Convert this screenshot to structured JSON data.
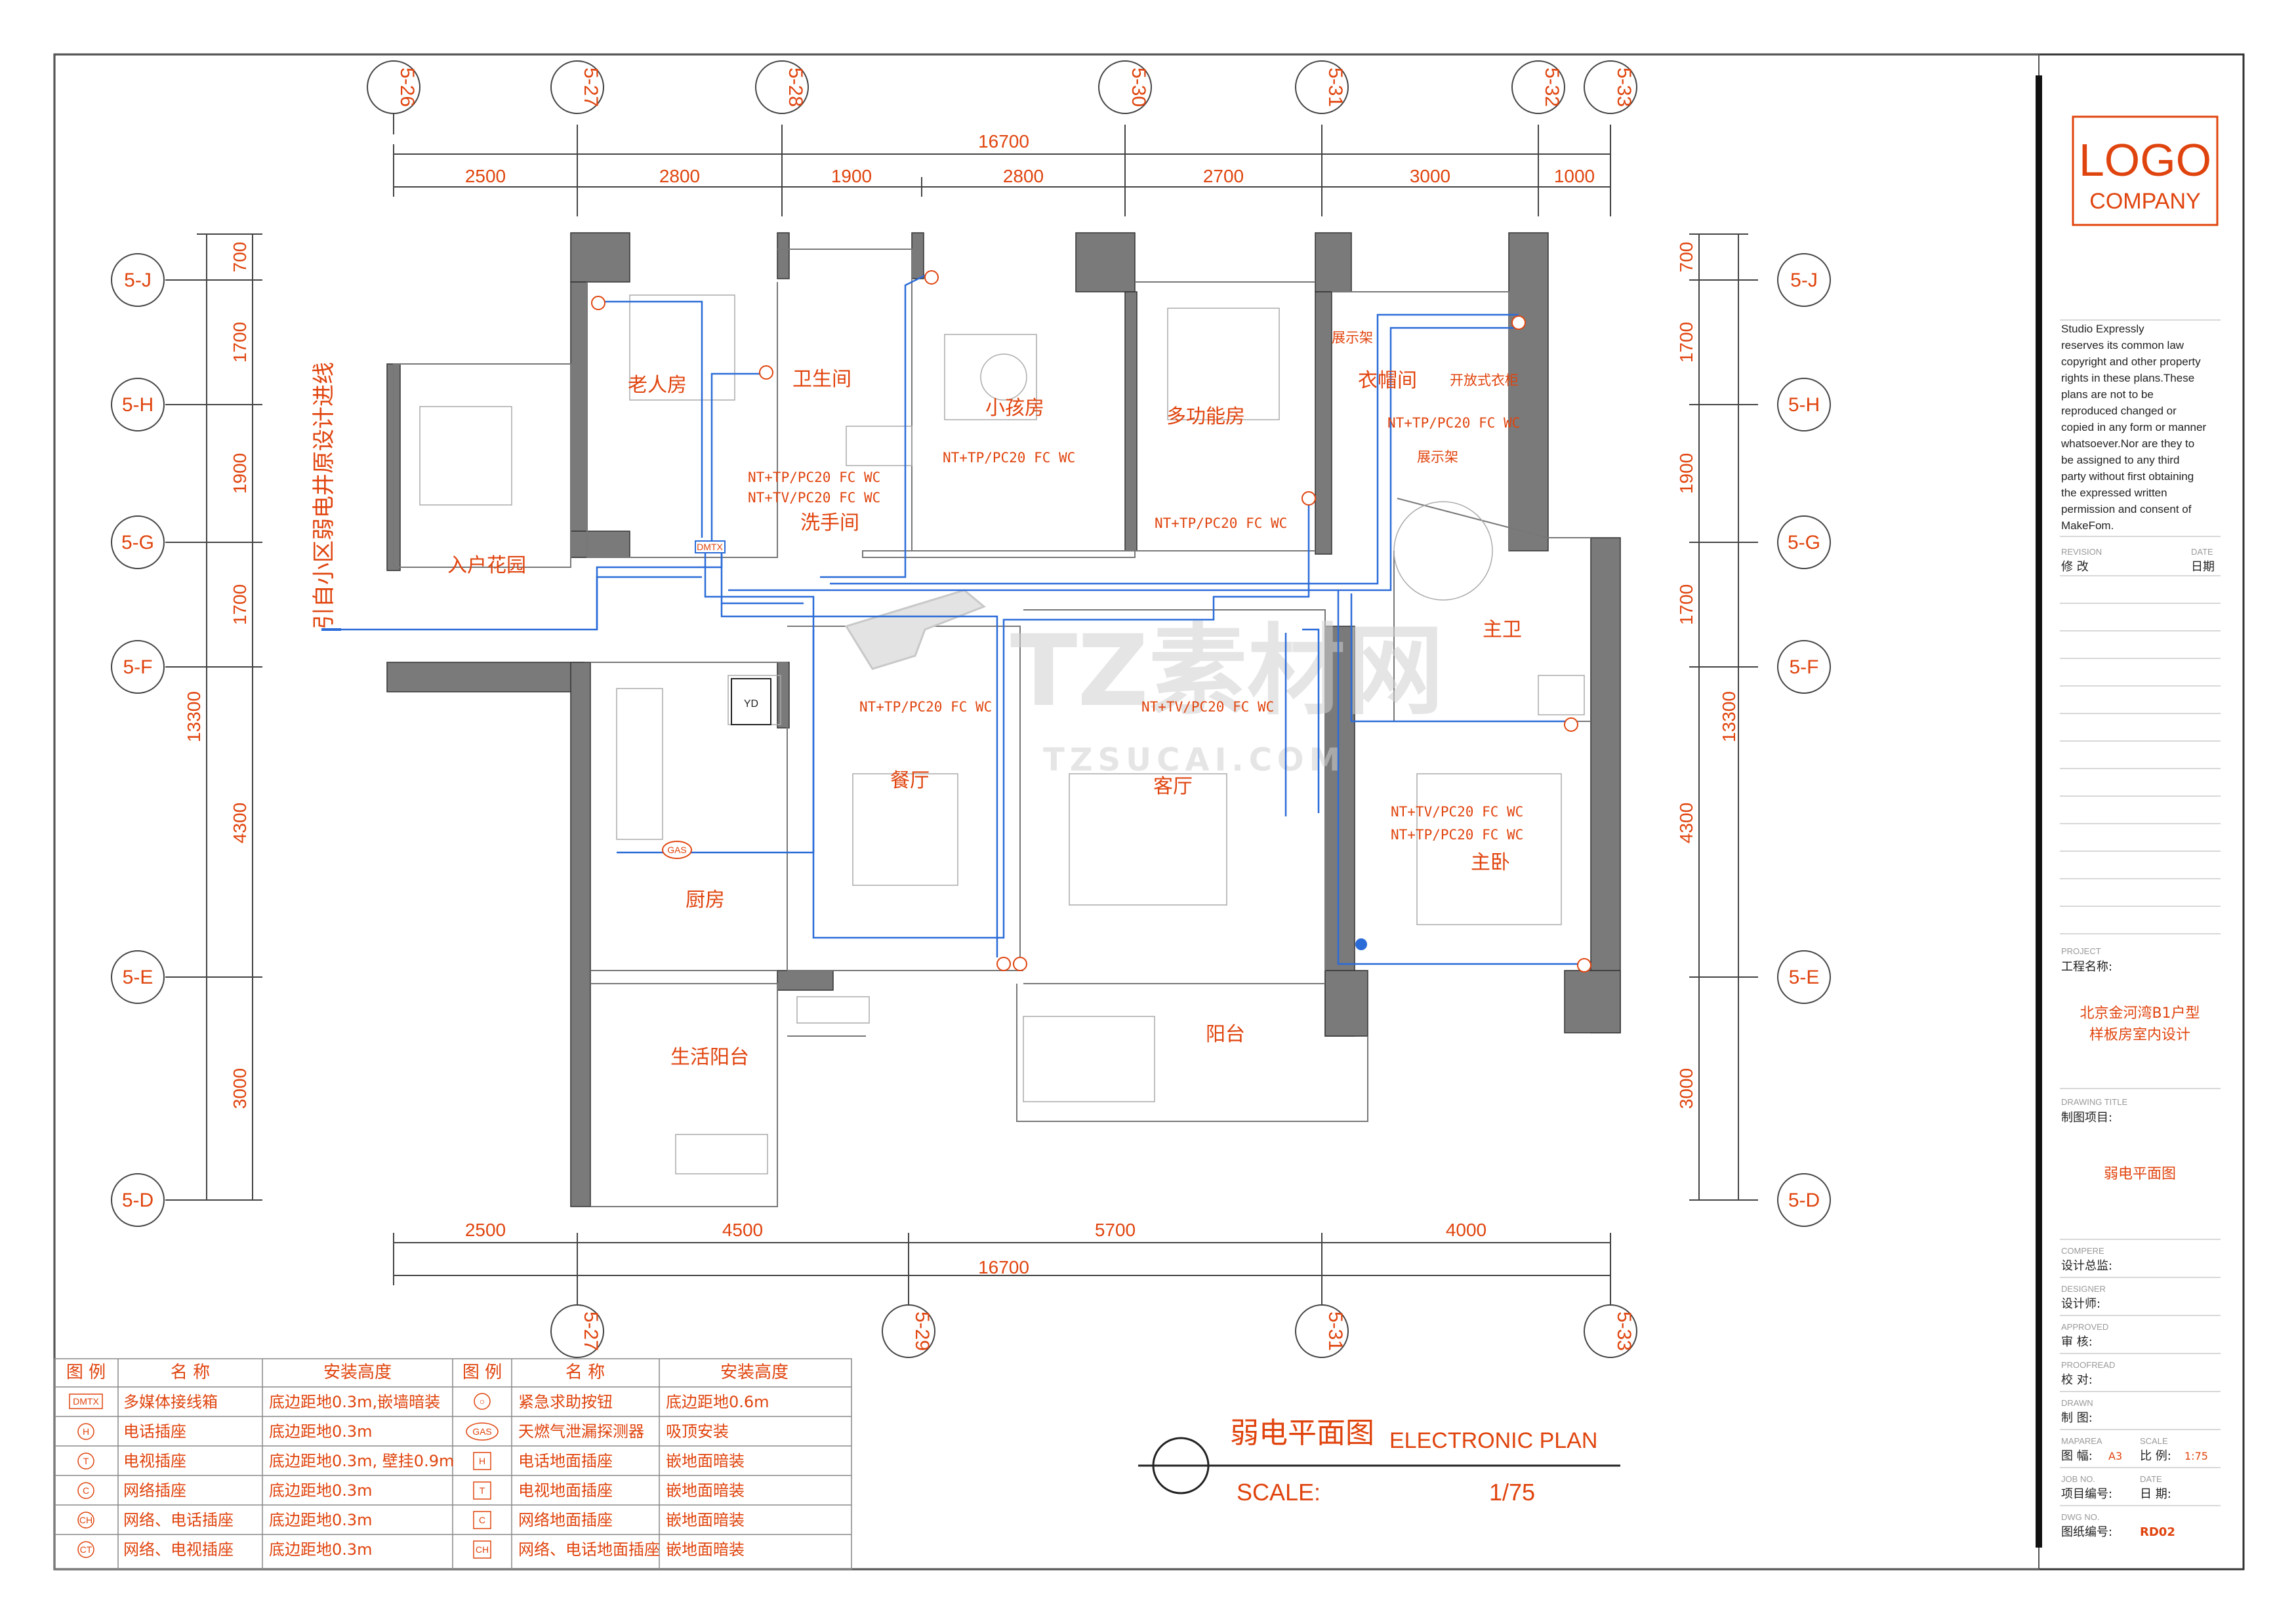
{
  "drawing": {
    "dims_top": [
      "2500",
      "2800",
      "1900",
      "2800",
      "2700",
      "3000",
      "1000"
    ],
    "dims_bottom": [
      "2500",
      "4500",
      "5700",
      "4000"
    ],
    "total_h": "16700",
    "total_v": "13300",
    "dims_side": [
      "700",
      "1700",
      "1900",
      "1700",
      "4300",
      "3000"
    ]
  },
  "axes": {
    "top": [
      "5-26",
      "5-27",
      "5-28",
      "5-30",
      "5-31",
      "5-32",
      "5-33"
    ],
    "bottom": [
      "5-27",
      "5-29",
      "5-31",
      "5-33"
    ],
    "side": [
      "5-J",
      "5-H",
      "5-G",
      "5-F",
      "5-E",
      "5-D"
    ]
  },
  "rooms": {
    "elder": "老人房",
    "bath": "卫生间",
    "child": "小孩房",
    "multi": "多功能房",
    "closet": "衣帽间",
    "open_wardrobe": "开放式衣柜",
    "display1": "展示架",
    "display2": "展示架",
    "entry_garden": "入户花园",
    "wash": "洗手间",
    "master_bath": "主卫",
    "dining": "餐厅",
    "living": "客厅",
    "master": "主卧",
    "kitchen": "厨房",
    "utility_balcony": "生活阳台",
    "balcony": "阳台",
    "yd": "YD",
    "gas": "GAS",
    "dmtx": "DMTX"
  },
  "annotations": {
    "a1": "NT+TP/PC20 FC WC",
    "a2": "NT+TV/PC20 FC WC",
    "a3": "NT+TP/PC20 FC WC",
    "a4": "NT+TP/PC20 FC WC",
    "a5": "NT+TP/PC20 FC WC",
    "a6": "NT+TP/PC20 FC WC",
    "a7": "NT+TV/PC20 FC WC",
    "a8": "NT+TV/PC20 FC WC",
    "a9": "NT+TP/PC20 FC WC",
    "incoming": "引自小区弱电井原设计进线"
  },
  "watermark": {
    "brand": "TZ素材网",
    "url": "TZSUCAI.COM"
  },
  "legend": {
    "headers": [
      "图 例",
      "名 称",
      "安装高度",
      "图 例",
      "名 称",
      "安装高度"
    ],
    "left": [
      {
        "sym": "DMTX",
        "name": "多媒体接线箱",
        "height": "底边距地0.3m,嵌墙暗装"
      },
      {
        "sym": "H",
        "name": "电话插座",
        "height": "底边距地0.3m"
      },
      {
        "sym": "T",
        "name": "电视插座",
        "height": "底边距地0.3m, 壁挂0.9m"
      },
      {
        "sym": "C",
        "name": "网络插座",
        "height": "底边距地0.3m"
      },
      {
        "sym": "CH",
        "name": "网络、电话插座",
        "height": "底边距地0.3m"
      },
      {
        "sym": "CT",
        "name": "网络、电视插座",
        "height": "底边距地0.3m"
      }
    ],
    "right": [
      {
        "sym": "○",
        "name": "紧急求助按钮",
        "height": "底边距地0.6m"
      },
      {
        "sym": "GAS",
        "name": "天燃气泄漏探测器",
        "height": "吸顶安装"
      },
      {
        "sym": "H",
        "name": "电话地面插座",
        "height": "嵌地面暗装"
      },
      {
        "sym": "T",
        "name": "电视地面插座",
        "height": "嵌地面暗装"
      },
      {
        "sym": "C",
        "name": "网络地面插座",
        "height": "嵌地面暗装"
      },
      {
        "sym": "CH",
        "name": "网络、电话地面插座",
        "height": "嵌地面暗装"
      }
    ]
  },
  "title": {
    "cn": "弱电平面图",
    "en": "ELECTRONIC PLAN",
    "scale_label": "SCALE:",
    "scale_value": "1/75"
  },
  "titleblock": {
    "logo": "LOGO",
    "company": "COMPANY",
    "notice": [
      "Studio Expressly",
      "   reserves its common law",
      "copyright and other property",
      "rights in these plans.These",
      "plans are not to be",
      "reproduced changed or",
      "copied in any form or manner",
      "whatsoever.Nor are they  to",
      "be assigned to any third",
      "party without first obtaining",
      "the expressed written",
      "permission and consent of",
      "MakeFom."
    ],
    "revision_en": "REVISION",
    "revision_cn": "修 改",
    "date_en": "DATE",
    "date_cn": "日期",
    "project_en": "PROJECT",
    "project_cn": "工程名称:",
    "project_name1": "北京金河湾B1户型",
    "project_name2": "样板房室内设计",
    "drawing_title_en": "DRAWING TITLE",
    "drawing_title_cn": "制图项目:",
    "drawing_name": "弱电平面图",
    "compere_en": "COMPERE",
    "compere_cn": "设计总监:",
    "designer_en": "DESIGNER",
    "designer_cn": "设计师:",
    "approved_en": "APPROVED",
    "approved_cn": "审 核:",
    "proofread_en": "PROOFREAD",
    "proofread_cn": "校 对:",
    "drawn_en": "DRAWN",
    "drawn_cn": "制 图:",
    "maparea_en": "MAPAREA",
    "maparea_cn": "图 幅:",
    "maparea_val": "A3",
    "scale_en": "SCALE",
    "scale_cn": "比 例:",
    "scale_val": "1:75",
    "jobno_en": "JOB NO.",
    "jobno_cn": "项目编号:",
    "date2_en": "DATE",
    "date2_cn": "日 期:",
    "dwgno_en": "DWG NO.",
    "dwgno_cn": "图纸编号:",
    "dwgno_val": "RD02"
  }
}
